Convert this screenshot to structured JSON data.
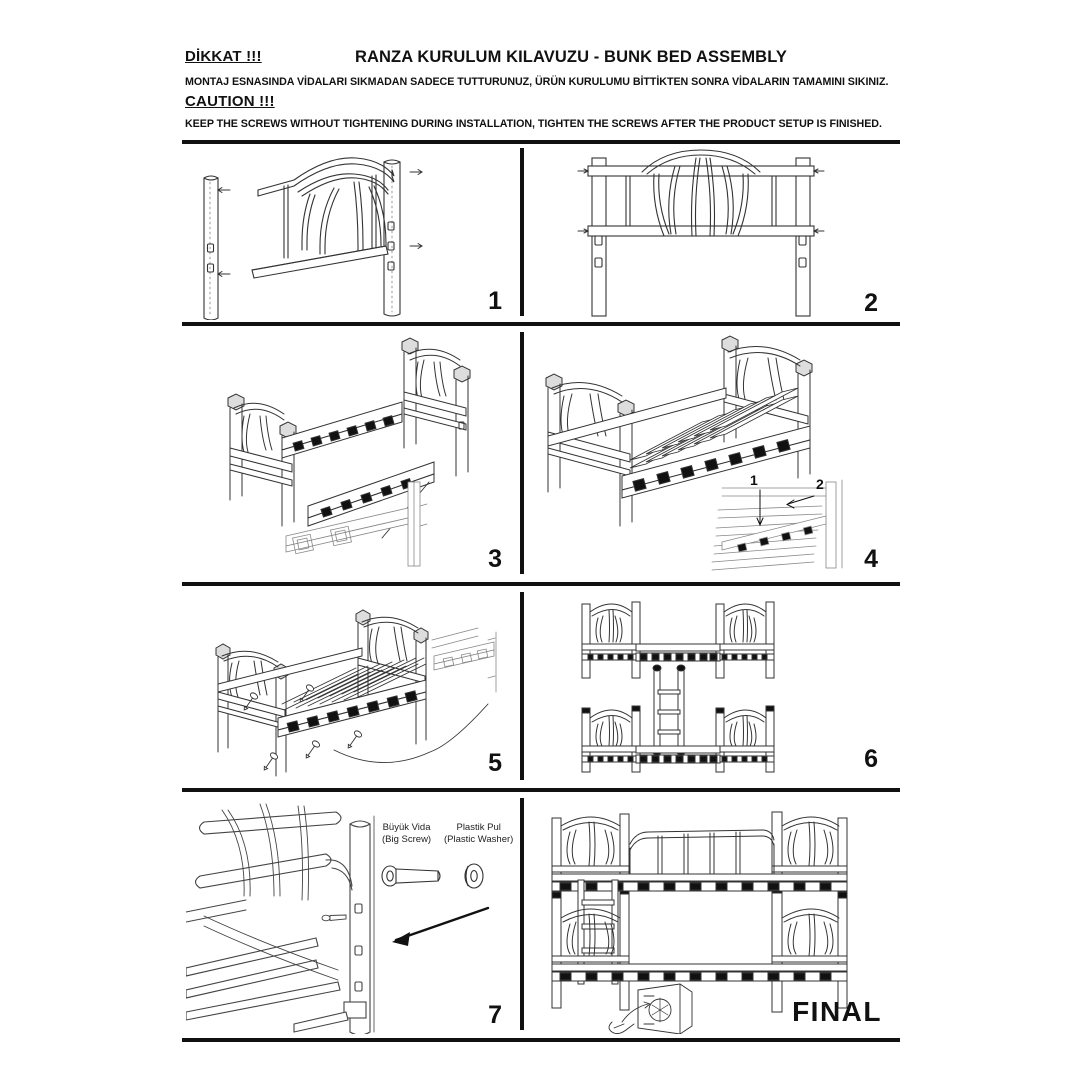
{
  "header": {
    "warning_tr": "DİKKAT !!!",
    "title": "RANZA KURULUM KILAVUZU - BUNK BED ASSEMBLY",
    "instruction_tr": "MONTAJ ESNASINDA VİDALARI SIKMADAN SADECE TUTTURUNUZ, ÜRÜN KURULUMU BİTTİKTEN SONRA VİDALARIN TAMAMINI SIKINIZ.",
    "warning_en": "CAUTION !!!",
    "instruction_en": "KEEP THE SCREWS WITHOUT TIGHTENING DURING INSTALLATION, TIGHTEN THE SCREWS AFTER THE PRODUCT SETUP IS FINISHED."
  },
  "steps": [
    {
      "id": "step-1",
      "number": "1",
      "caption": "Headboard arch panel with two side posts, exploded view"
    },
    {
      "id": "step-2",
      "number": "2",
      "caption": "Assembled headboard front view"
    },
    {
      "id": "step-3",
      "number": "3",
      "caption": "Attach side rails to head and foot boards"
    },
    {
      "id": "step-4",
      "number": "4",
      "caption": "Install slats onto the side rails"
    },
    {
      "id": "step-5",
      "number": "5",
      "caption": "Tighten all screws on the completed single bed"
    },
    {
      "id": "step-6",
      "number": "6",
      "caption": "Stack the two beds and fit the ladder"
    },
    {
      "id": "step-7",
      "number": "7",
      "caption": "Safety rail and ladder fixing detail"
    },
    {
      "id": "step-final",
      "number": "FINAL",
      "caption": "Completed bunk bed"
    }
  ],
  "step4_callouts": {
    "first": "1",
    "second": "2"
  },
  "hardware": [
    {
      "name_tr": "Büyük Vida",
      "name_en": "(Big Screw)",
      "icon": "screw-icon"
    },
    {
      "name_tr": "Plastik Pul",
      "name_en": "(Plastic Washer)",
      "icon": "washer-icon"
    }
  ],
  "colors": {
    "ink": "#111111",
    "line": "#333333",
    "paper": "#ffffff"
  }
}
